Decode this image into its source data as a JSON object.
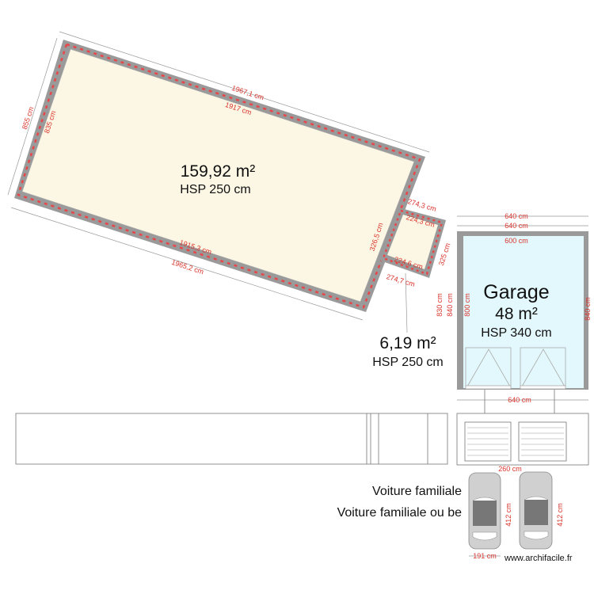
{
  "rooms": {
    "main": {
      "area": "159,92 m²",
      "hsp": "HSP 250 cm",
      "dims": {
        "top_outer": "1967,1 cm",
        "top_inner": "1917 cm",
        "bottom_inner": "1915,3 cm",
        "bottom_outer": "1965,2 cm",
        "left_outer": "855 cm",
        "left_inner": "835 cm"
      }
    },
    "small": {
      "area": "6,19 m²",
      "hsp": "HSP 250 cm",
      "dims": {
        "top_outer": "274,3 cm",
        "top_inner": "224,3 cm",
        "bottom_inner": "224,6 cm",
        "bottom_outer": "274,7 cm",
        "left_outer": "326,5 cm",
        "right_outer": "325 cm"
      }
    },
    "garage": {
      "name": "Garage",
      "area": "48 m²",
      "hsp": "HSP 340 cm",
      "dims": {
        "top_outer": "640 cm",
        "top_outer2": "640 cm",
        "top_inner": "600 cm",
        "bottom": "640 cm",
        "left_outer": "840 cm",
        "left_outer2": "830 cm",
        "left_inner": "800 cm",
        "right": "840 cm"
      }
    }
  },
  "cars": {
    "label1": "Voiture familiale",
    "label2": "Voiture familiale ou be",
    "width": "191 cm",
    "length1": "412 cm",
    "length2": "412 cm",
    "gap": "260 cm"
  },
  "watermark": "www.archifacile.fr",
  "colors": {
    "wall": "#9a9a9a",
    "dash": "#e8474a",
    "main_floor": "#fbf7e4",
    "garage_floor": "#e3f8fc",
    "dimension": "#d9332b"
  }
}
